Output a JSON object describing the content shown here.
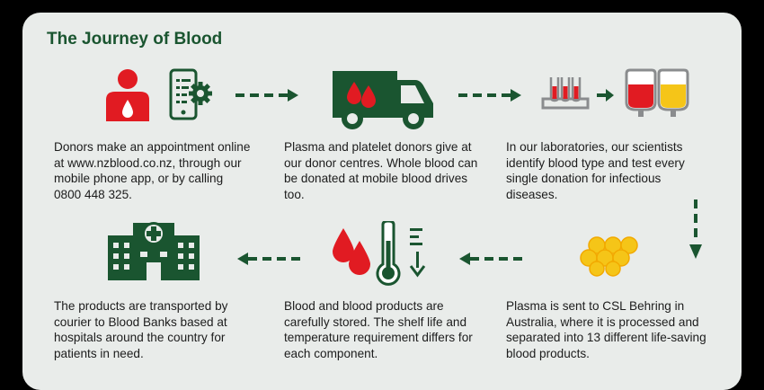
{
  "title": "The Journey of Blood",
  "colors": {
    "green": "#1a5530",
    "red": "#e11b22",
    "yellow": "#f5c518",
    "grey": "#8a8c8e",
    "panel": "#e9ecea"
  },
  "steps": [
    {
      "icon": "donor-phone-icon",
      "text": "Donors make an appointment online at www.nzblood.co.nz, through our mobile phone app, or by calling 0800 448 325."
    },
    {
      "icon": "van-icon",
      "text": "Plasma and platelet donors give at our donor centres. Whole blood can be donated at mobile blood drives too."
    },
    {
      "icon": "lab-test-icon",
      "text": "In our laboratories, our scientists identify blood type and test every single donation for infectious diseases."
    },
    {
      "icon": "plasma-cells-icon",
      "text": "Plasma is sent to CSL Behring in Australia, where it is processed and separated into 13 different life-saving blood products."
    },
    {
      "icon": "storage-thermometer-icon",
      "text": "Blood and blood products are carefully stored. The shelf life and temperature requirement differs for each component."
    },
    {
      "icon": "hospital-icon",
      "text": "The products are transported by courier to Blood Banks based at hospitals around the country for patients in need."
    }
  ]
}
